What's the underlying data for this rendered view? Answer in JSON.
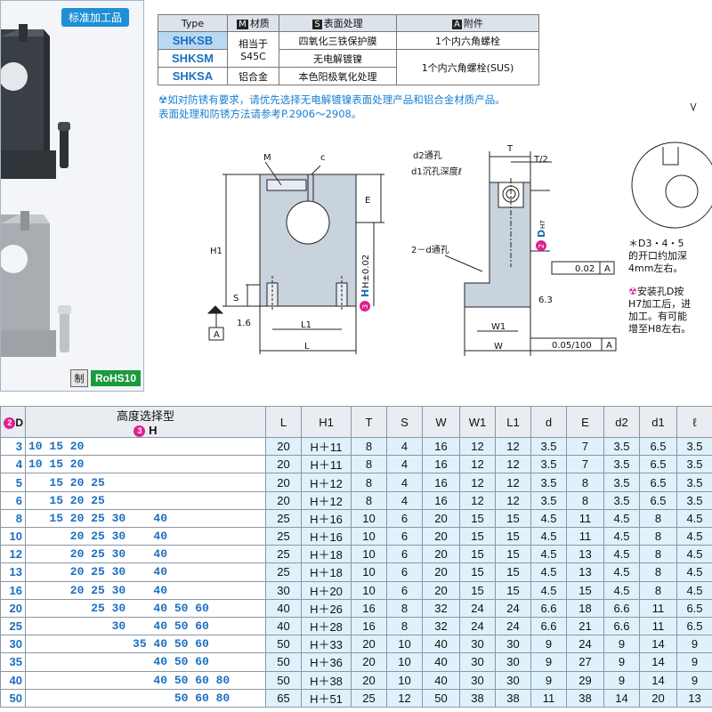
{
  "photo": {
    "label": "标准加工品",
    "badge_zhi": "制",
    "badge_rohs": "RoHS10"
  },
  "type_table": {
    "headers": [
      "Type",
      "M材质",
      "S表面处理",
      "A附件"
    ],
    "header_keys": [
      "",
      "M",
      "S",
      "A"
    ],
    "header_texts": [
      "Type",
      "材质",
      "表面处理",
      "附件"
    ],
    "rows": [
      {
        "type": "SHKSB",
        "material": "相当于",
        "surface": "四氧化三铁保护膜",
        "accessory": "1个内六角螺栓"
      },
      {
        "type": "SHKSM",
        "material": "S45C",
        "surface": "无电解镀镍",
        "accessory": "1个内六角螺栓(SUS)"
      },
      {
        "type": "SHKSA",
        "material": "铝合金",
        "surface": "本色阳极氧化处理",
        "accessory": ""
      }
    ]
  },
  "note": {
    "line1": "如对防锈有要求，请优先选择无电解镀镍表面处理产品和铝合金材质产品。",
    "line2": "表面处理和防锈方法请参考",
    "ref": "P.2906～2908。"
  },
  "drawing_labels": {
    "M": "M",
    "c": "c",
    "E": "E",
    "H1": "H1",
    "H_tol": "H±0.02",
    "S": "S",
    "L1": "L1",
    "L": "L",
    "A_datum": "A",
    "rough16": "1.6",
    "T": "T",
    "T_half": "T/2",
    "d2_hole": "d2通孔",
    "d1_cbore": "d1沉孔深度ℓ",
    "D_H7": "H7",
    "d_hole": "2－d通孔",
    "rough63": "6.3",
    "flat": "0.02",
    "W1": "W1",
    "W": "W",
    "perp": "0.05/100",
    "circle3": "3",
    "circle2": "2",
    "H": "H",
    "D": "D"
  },
  "right_detail": {
    "note1": "＊D3・4・5",
    "note2": "的开口约加深",
    "note3": "4mm左右。",
    "note4": "安装孔D按",
    "note5": "H7加工后，进",
    "note6": "加工。有可能",
    "note7": "增至H8左右。"
  },
  "data_table": {
    "col_headers": [
      "L",
      "H1",
      "T",
      "S",
      "W",
      "W1",
      "L1",
      "d",
      "E",
      "d2",
      "d1",
      "ℓ"
    ],
    "h_header": "高度选择型",
    "h_sub": "H",
    "d_header": "D",
    "rows": [
      {
        "D": "3",
        "H": "10 15 20",
        "vals": [
          "20",
          "H＋11",
          "8",
          "4",
          "16",
          "12",
          "12",
          "3.5",
          "7",
          "3.5",
          "6.5",
          "3.5"
        ]
      },
      {
        "D": "4",
        "H": "10 15 20",
        "vals": [
          "20",
          "H＋11",
          "8",
          "4",
          "16",
          "12",
          "12",
          "3.5",
          "7",
          "3.5",
          "6.5",
          "3.5"
        ]
      },
      {
        "D": "5",
        "H": "   15 20 25",
        "vals": [
          "20",
          "H＋12",
          "8",
          "4",
          "16",
          "12",
          "12",
          "3.5",
          "8",
          "3.5",
          "6.5",
          "3.5"
        ]
      },
      {
        "D": "6",
        "H": "   15 20 25",
        "vals": [
          "20",
          "H＋12",
          "8",
          "4",
          "16",
          "12",
          "12",
          "3.5",
          "8",
          "3.5",
          "6.5",
          "3.5"
        ]
      },
      {
        "D": "8",
        "H": "   15 20 25 30    40",
        "vals": [
          "25",
          "H＋16",
          "10",
          "6",
          "20",
          "15",
          "15",
          "4.5",
          "11",
          "4.5",
          "8",
          "4.5"
        ]
      },
      {
        "D": "10",
        "H": "      20 25 30    40",
        "vals": [
          "25",
          "H＋16",
          "10",
          "6",
          "20",
          "15",
          "15",
          "4.5",
          "11",
          "4.5",
          "8",
          "4.5"
        ]
      },
      {
        "D": "12",
        "H": "      20 25 30    40",
        "vals": [
          "25",
          "H＋18",
          "10",
          "6",
          "20",
          "15",
          "15",
          "4.5",
          "13",
          "4.5",
          "8",
          "4.5"
        ]
      },
      {
        "D": "13",
        "H": "      20 25 30    40",
        "vals": [
          "25",
          "H＋18",
          "10",
          "6",
          "20",
          "15",
          "15",
          "4.5",
          "13",
          "4.5",
          "8",
          "4.5"
        ]
      },
      {
        "D": "16",
        "H": "      20 25 30    40",
        "vals": [
          "30",
          "H＋20",
          "10",
          "6",
          "20",
          "15",
          "15",
          "4.5",
          "15",
          "4.5",
          "8",
          "4.5"
        ]
      },
      {
        "D": "20",
        "H": "         25 30    40 50 60",
        "vals": [
          "40",
          "H＋26",
          "16",
          "8",
          "32",
          "24",
          "24",
          "6.6",
          "18",
          "6.6",
          "11",
          "6.5"
        ]
      },
      {
        "D": "25",
        "H": "            30    40 50 60",
        "vals": [
          "40",
          "H＋28",
          "16",
          "8",
          "32",
          "24",
          "24",
          "6.6",
          "21",
          "6.6",
          "11",
          "6.5"
        ]
      },
      {
        "D": "30",
        "H": "               35 40 50 60",
        "vals": [
          "50",
          "H＋33",
          "20",
          "10",
          "40",
          "30",
          "30",
          "9",
          "24",
          "9",
          "14",
          "9"
        ]
      },
      {
        "D": "35",
        "H": "                  40 50 60",
        "vals": [
          "50",
          "H＋36",
          "20",
          "10",
          "40",
          "30",
          "30",
          "9",
          "27",
          "9",
          "14",
          "9"
        ]
      },
      {
        "D": "40",
        "H": "                  40 50 60 80",
        "vals": [
          "50",
          "H＋38",
          "20",
          "10",
          "40",
          "30",
          "30",
          "9",
          "29",
          "9",
          "14",
          "9"
        ]
      },
      {
        "D": "50",
        "H": "                     50 60 80",
        "vals": [
          "65",
          "H＋51",
          "25",
          "12",
          "50",
          "38",
          "38",
          "11",
          "38",
          "14",
          "20",
          "13"
        ]
      }
    ]
  }
}
